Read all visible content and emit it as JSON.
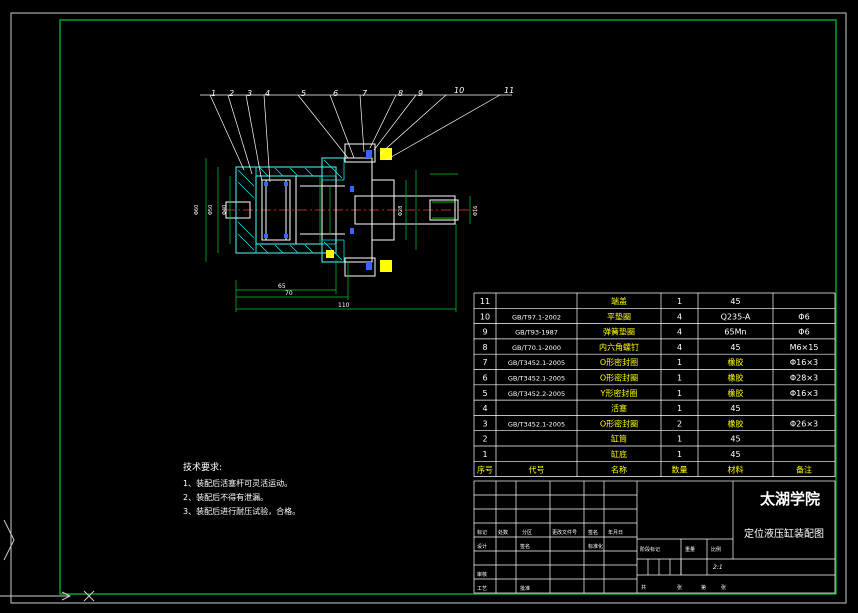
{
  "drawing": {
    "school": "太湖学院",
    "title": "定位液压缸装配图",
    "scale": "2:1"
  },
  "balloons": [
    "1",
    "2",
    "3",
    "4",
    "5",
    "6",
    "7",
    "8",
    "9",
    "10",
    "11"
  ],
  "dimensions": {
    "d_outer": "Φ50",
    "d_bore": "Φ40",
    "stroke_len": "65",
    "total_len": "70",
    "overall_len": "110",
    "flange": "Φ60",
    "rod_d": "Φ16",
    "thread": "Φ28"
  },
  "notes": {
    "heading": "技术要求:",
    "items": [
      "1、装配后活塞杆可灵活运动。",
      "2、装配后不得有泄漏。",
      "3、装配后进行耐压试验，合格。"
    ]
  },
  "bom": {
    "headers": [
      "序号",
      "代号",
      "名称",
      "数量",
      "材料",
      "备注"
    ],
    "rows": [
      {
        "no": "11",
        "code": "",
        "name": "端盖",
        "qty": "1",
        "mat": "45",
        "note": ""
      },
      {
        "no": "10",
        "code": "GB/T97.1-2002",
        "name": "平垫圈",
        "qty": "4",
        "mat": "Q235-A",
        "note": "Φ6"
      },
      {
        "no": "9",
        "code": "GB/T93-1987",
        "name": "弹簧垫圈",
        "qty": "4",
        "mat": "65Mn",
        "note": "Φ6"
      },
      {
        "no": "8",
        "code": "GB/T70.1-2000",
        "name": "内六角螺钉",
        "qty": "4",
        "mat": "45",
        "note": "M6×15"
      },
      {
        "no": "7",
        "code": "GB/T3452.1-2005",
        "name": "O形密封圈",
        "qty": "1",
        "mat": "橡胶",
        "note": "Φ16×3"
      },
      {
        "no": "6",
        "code": "GB/T3452.1-2005",
        "name": "O形密封圈",
        "qty": "1",
        "mat": "橡胶",
        "note": "Φ28×3"
      },
      {
        "no": "5",
        "code": "GB/T3452.2-2005",
        "name": "Y形密封圈",
        "qty": "1",
        "mat": "橡胶",
        "note": "Φ16×3"
      },
      {
        "no": "4",
        "code": "",
        "name": "活塞",
        "qty": "1",
        "mat": "45",
        "note": ""
      },
      {
        "no": "3",
        "code": "GB/T3452.1-2005",
        "name": "O形密封圈",
        "qty": "2",
        "mat": "橡胶",
        "note": "Φ26×3"
      },
      {
        "no": "2",
        "code": "",
        "name": "缸筒",
        "qty": "1",
        "mat": "45",
        "note": ""
      },
      {
        "no": "1",
        "code": "",
        "name": "缸底",
        "qty": "1",
        "mat": "45",
        "note": ""
      }
    ]
  },
  "title_block": {
    "r1": [
      "标记",
      "处数",
      "分区",
      "更改文件号",
      "签名",
      "年月日"
    ],
    "r2": [
      "设计",
      "签名",
      "标准化"
    ],
    "r3": [
      "审核"
    ],
    "r4": [
      "工艺",
      "批准"
    ],
    "stage": [
      "阶段标记",
      "重量",
      "比例"
    ],
    "sheet": [
      "共",
      "张",
      "第",
      "张"
    ]
  },
  "colors": {
    "frame": "#00cc33",
    "part": "#ffffff",
    "text": "#ffff00",
    "center": "#ff3333",
    "hatch": "#00ffff",
    "seal": "#3366ff"
  }
}
